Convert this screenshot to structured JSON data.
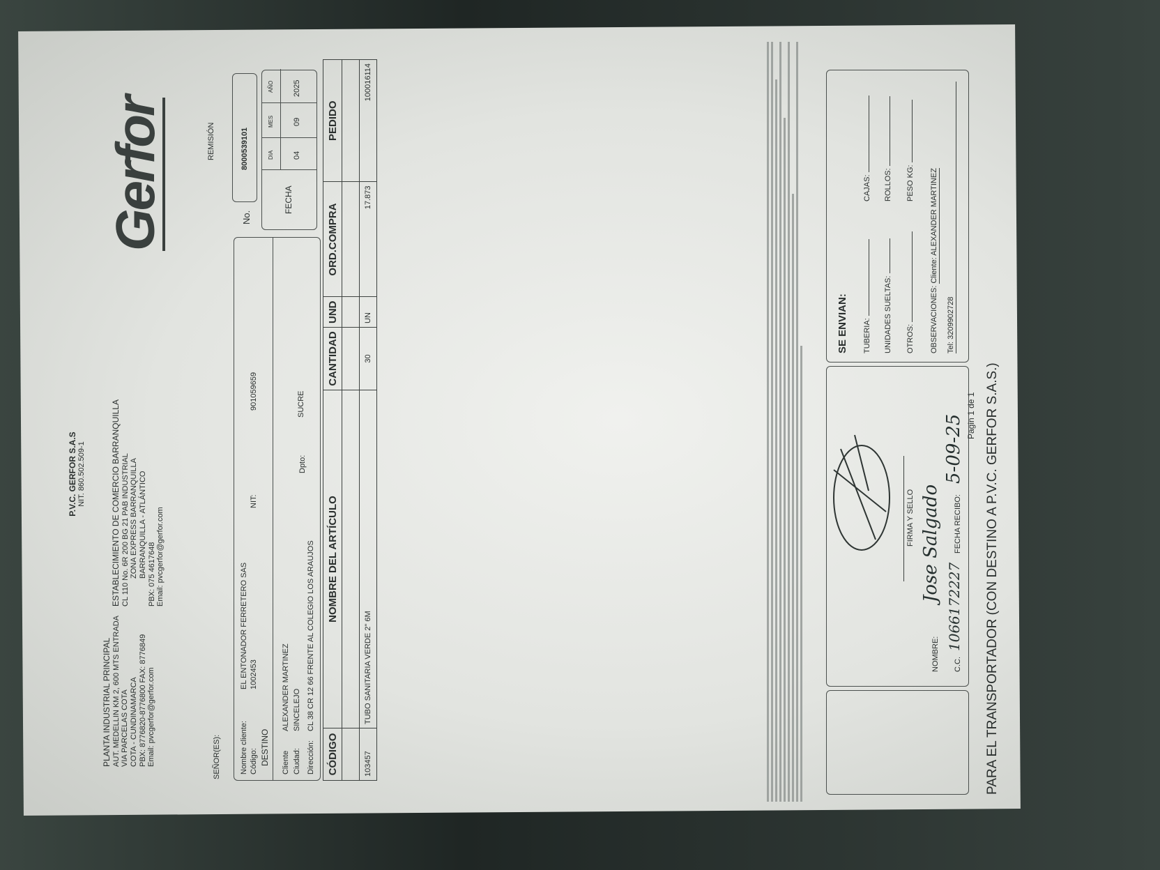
{
  "company": {
    "name": "P.V.C. GERFOR S.A.S",
    "nit": "NIT. 860.502.509-1",
    "logo": "Gerfor"
  },
  "plant": {
    "title": "PLANTA INDUSTRIAL PRINCIPAL",
    "lines": [
      "AUT. MEDELLIN KM 2, 600 MTS ENTRADA",
      "VIA PARCELAS COTA",
      "COTA - CUNDINAMARCA",
      "PBX: 8776820-8776800 FAX: 8776849",
      "Email: pvcgerfor@gerfor.com"
    ]
  },
  "branch": {
    "title": "ESTABLECIMIENTO DE COMERCIO BARRANQUILLA",
    "lines": [
      "CL 110 No. 6R 200 BG 21 PAB INDUSTRIAL",
      "ZONA EXPRESS BARRANQUILLA",
      "BARRANQUILLA - ATLÁNTICO",
      "PBX: 075 4617648",
      "Email: pvcgerfor@gerfor.com"
    ]
  },
  "client": {
    "senores_label": "SEÑOR(ES):",
    "name_label": "Nombre cliente:",
    "name": "EL ENTONADOR FERRETERO SAS",
    "code_label": "Código:",
    "code": "1002453",
    "nit_label": "NIT:",
    "nit": "901059659",
    "destino_label": "DESTINO",
    "cliente_label": "Cliente",
    "cliente": "ALEXANDER MARTINEZ",
    "ciudad_label": "Ciudad:",
    "ciudad": "SINCELEJO",
    "dpto_label": "Dpto:",
    "dpto": "SUCRE",
    "direccion_label": "Dirección:",
    "direccion": "CL 38 CR 12 66 FRENTE AL COLEGIO LOS ARAUJOS"
  },
  "remision": {
    "title": "REMISIÓN",
    "no_label": "No.",
    "number": "8000539101",
    "fecha_label": "FECHA",
    "dia_label": "DIA",
    "mes_label": "MES",
    "ano_label": "AÑO",
    "dia": "04",
    "mes": "09",
    "ano": "2025"
  },
  "table": {
    "headers": [
      "CÓDIGO",
      "NOMBRE DEL ARTÍCULO",
      "CANTIDAD",
      "UND",
      "ORD.COMPRA",
      "PEDIDO"
    ],
    "rows": [
      [
        "103457",
        "TUBO SANITARIA VERDE 2\" 6M",
        "30",
        "UN",
        "17.873",
        "100016114"
      ]
    ]
  },
  "signature": {
    "firma_label": "FIRMA Y SELLO",
    "nombre_label": "NOMBRE:",
    "nombre": "Jose Salgado",
    "cc_label": "C.C.",
    "cc": "1066172227",
    "fecha_recibo_label": "FECHA RECIBO:",
    "fecha_recibo": "5-09-25"
  },
  "envian": {
    "title": "SE ENVIAN:",
    "tuberia": "TUBERIA:",
    "cajas": "CAJAS:",
    "unidades": "UNIDADES SUELTAS:",
    "rollos": "ROLLOS:",
    "otros": "OTROS:",
    "peso": "PESO KG:",
    "obs_label": "OBSERVACIONES:",
    "obs": "Cliente: ALEXANDER MARTINEZ",
    "tel": "Tel: 3209902728"
  },
  "footer": {
    "transport": "PARA EL TRANSPORTADOR (CON DESTINO A P.V.C. GERFOR S.A.S.)",
    "page_label": "Pagin",
    "page": "1",
    "of": "de",
    "total": "1"
  }
}
